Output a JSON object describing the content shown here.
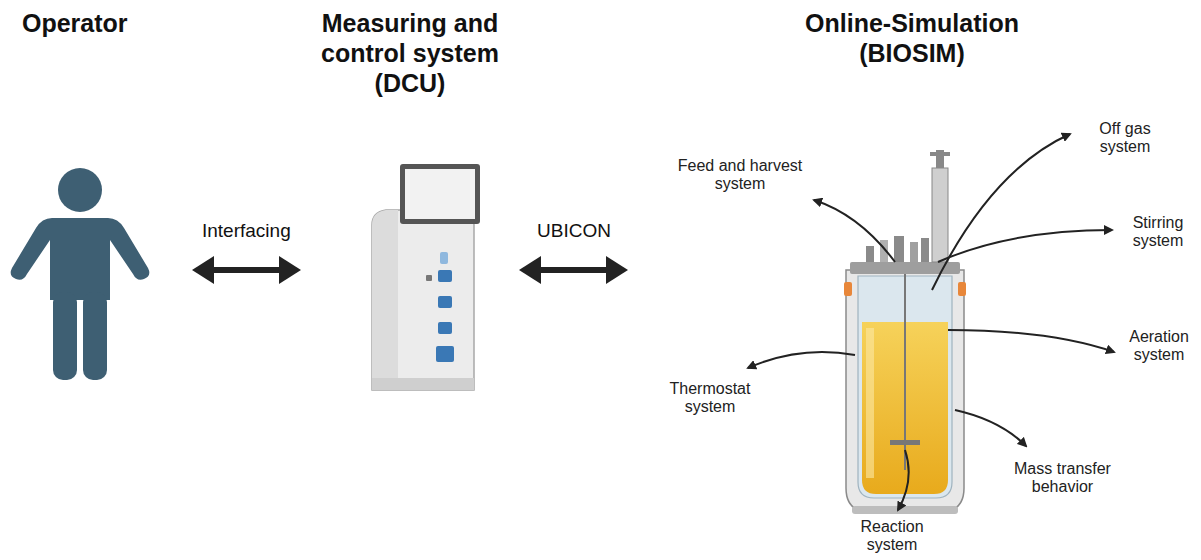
{
  "diagram": {
    "nodes": [
      {
        "text": [
          "Operator"
        ]
      },
      {
        "text": [
          "Measuring and control system (DCU)"
        ]
      },
      {
        "text": [
          "Online-Simulation (BIOSIM)"
        ]
      }
    ],
    "edges": [
      {
        "from": 0,
        "to": 1,
        "label": "Interfacing",
        "arrow": "both"
      },
      {
        "from": 1,
        "to": 2,
        "label": "UBICON",
        "arrow": "both"
      }
    ],
    "labels": [
      "Feed and harvest system",
      "Off gas system",
      "Stirring system",
      "Aeration system",
      "Mass transfer behavior",
      "Reaction system",
      "Thermostat system"
    ]
  }
}
